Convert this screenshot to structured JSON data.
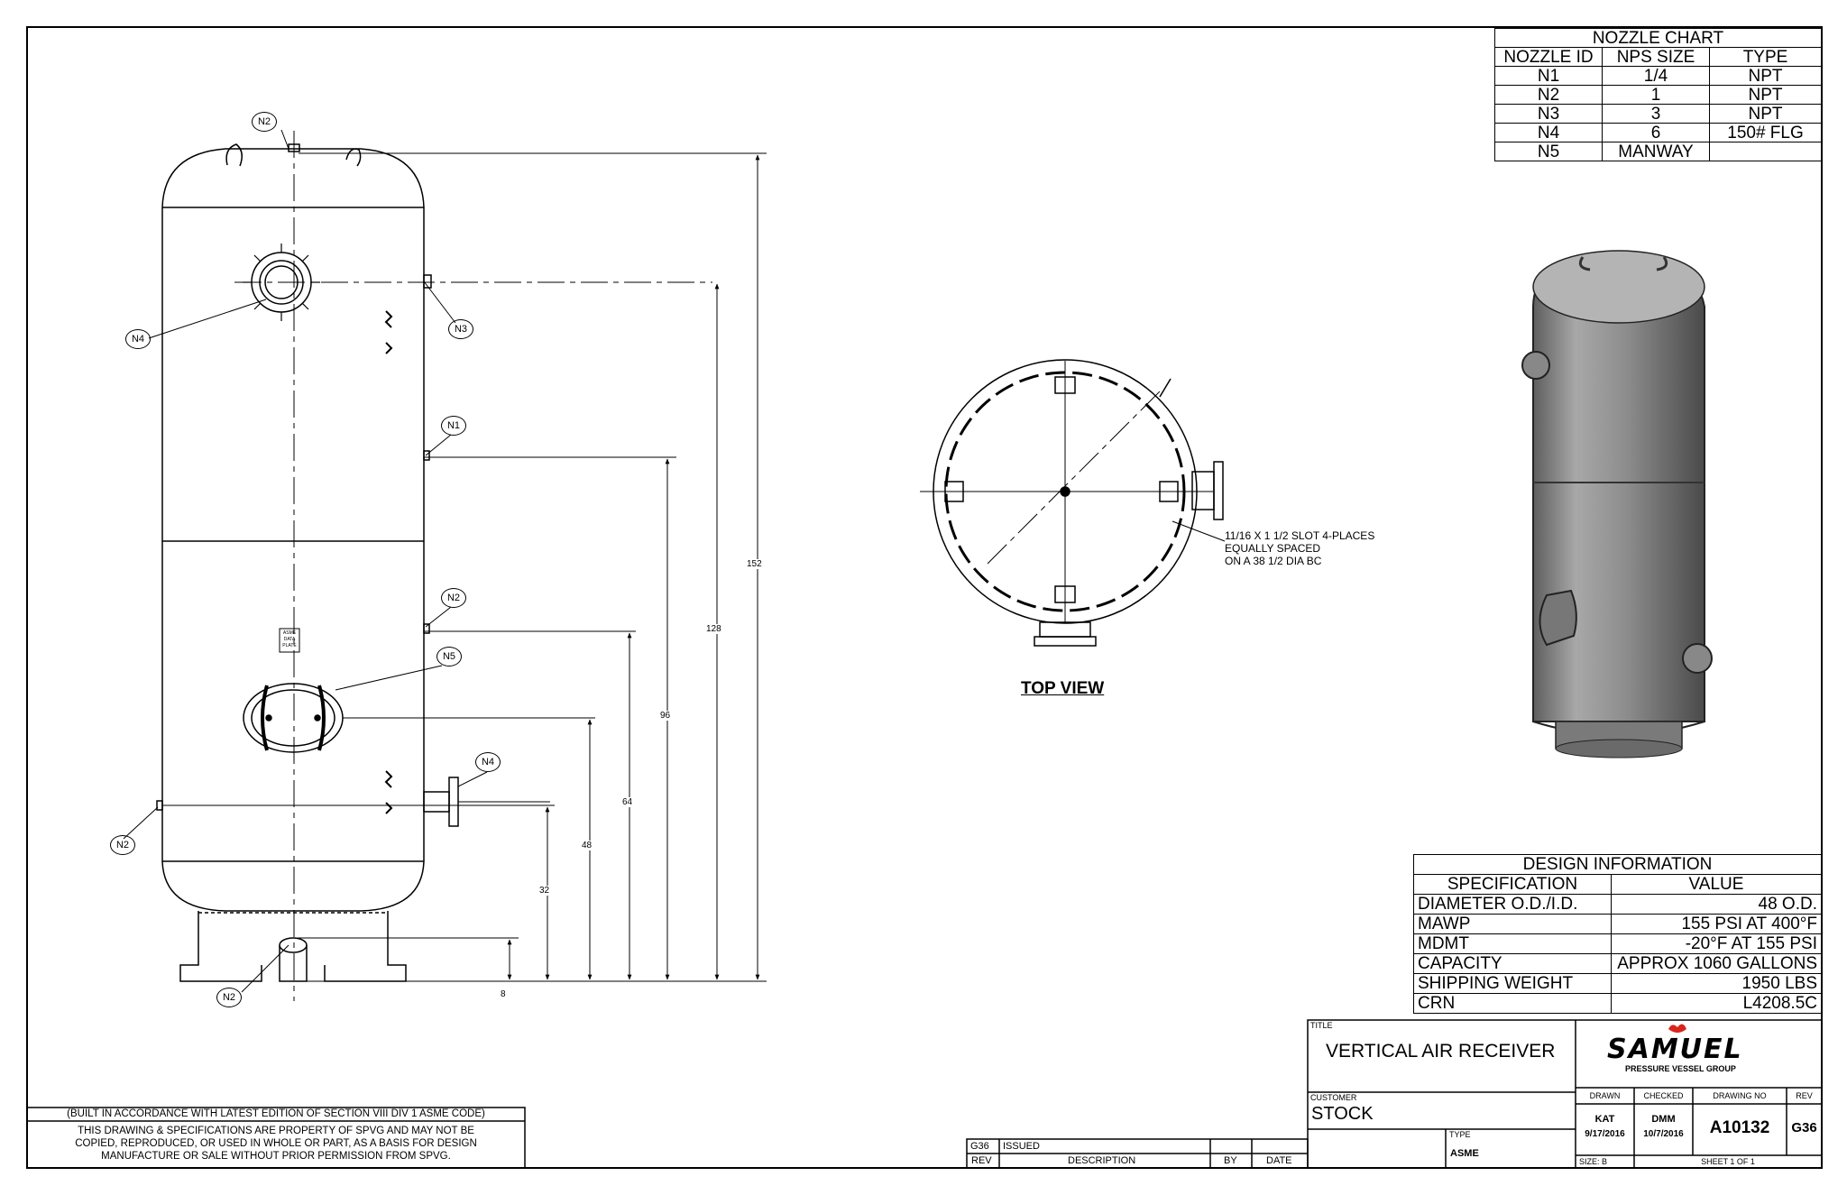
{
  "nozzle_chart": {
    "title": "NOZZLE CHART",
    "headers": [
      "NOZZLE ID",
      "NPS SIZE",
      "TYPE"
    ],
    "rows": [
      [
        "N1",
        "1/4",
        "NPT"
      ],
      [
        "N2",
        "1",
        "NPT"
      ],
      [
        "N3",
        "3",
        "NPT"
      ],
      [
        "N4",
        "6",
        "150# FLG"
      ],
      [
        "N5",
        "MANWAY",
        ""
      ]
    ]
  },
  "design_info": {
    "title": "DESIGN INFORMATION",
    "headers": [
      "SPECIFICATION",
      "VALUE"
    ],
    "rows": [
      [
        "DIAMETER O.D./I.D.",
        "48 O.D."
      ],
      [
        "MAWP",
        "155 PSI AT 400°F"
      ],
      [
        "MDMT",
        "-20°F AT 155 PSI"
      ],
      [
        "CAPACITY",
        "APPROX 1060 GALLONS"
      ],
      [
        "SHIPPING WEIGHT",
        "1950 LBS"
      ],
      [
        "CRN",
        "L4208.5C"
      ]
    ]
  },
  "title_block": {
    "title_caption": "TITLE",
    "title": "VERTICAL AIR RECEIVER",
    "customer_caption": "CUSTOMER",
    "customer": "STOCK",
    "type_caption": "TYPE",
    "type": "ASME",
    "logo_text": "SAMUEL",
    "logo_sub": "PRESSURE VESSEL GROUP",
    "drawn_caption": "DRAWN",
    "drawn_by": "KAT",
    "drawn_date": "9/17/2016",
    "checked_caption": "CHECKED",
    "checked_by": "DMM",
    "checked_date": "10/7/2016",
    "drawing_no_caption": "DRAWING NO",
    "drawing_no": "A10132",
    "rev_caption": "REV",
    "rev": "G36",
    "size": "SIZE: B",
    "sheet": "SHEET 1  OF 1"
  },
  "revision_block": {
    "row_rev": "G36",
    "row_desc": "ISSUED",
    "headers": [
      "REV",
      "DESCRIPTION",
      "BY",
      "DATE"
    ]
  },
  "notes": {
    "code_note": "(BUILT IN ACCORDANCE WITH LATEST EDITION OF SECTION VIII DIV 1 ASME CODE)",
    "property_lines": [
      "THIS DRAWING & SPECIFICATIONS ARE PROPERTY OF SPVG AND MAY NOT BE",
      "COPIED, REPRODUCED, OR USED IN WHOLE OR PART, AS A BASIS FOR DESIGN",
      "MANUFACTURE OR SALE WITHOUT PRIOR PERMISSION FROM SPVG."
    ]
  },
  "front_view": {
    "callouts": [
      "N2",
      "N4",
      "N3",
      "N1",
      "N2",
      "N5",
      "N4",
      "N2",
      "N2"
    ],
    "dimensions": [
      "152",
      "128",
      "96",
      "64",
      "48",
      "32",
      "8"
    ],
    "nameplate": [
      "ASME",
      "DATA",
      "PLATE"
    ]
  },
  "top_view": {
    "label": "TOP VIEW",
    "slot_note": [
      "11/16 X 1 1/2 SLOT 4-PLACES",
      "EQUALLY SPACED",
      "ON A 38 1/2 DIA BC"
    ]
  },
  "colors": {
    "ink": "#000000",
    "logo_red": "#d8261c",
    "render_gray": "#8e8e8e"
  }
}
